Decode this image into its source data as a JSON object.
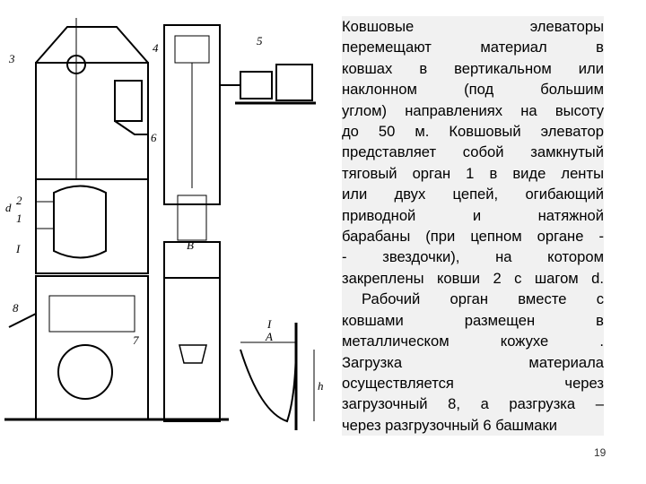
{
  "figure": {
    "labels": {
      "l3": "3",
      "l4": "4",
      "l5": "5",
      "l6": "6",
      "l2": "2",
      "l1": "1",
      "l1b": "I",
      "d": "d",
      "b": "B",
      "l8": "8",
      "l7": "7",
      "topI": "I",
      "A": "A",
      "h": "h"
    }
  },
  "text": {
    "lines": [
      "Ковшовые элеваторы",
      "перемещают материал в",
      "ковшах в вертикальном или",
      "наклонном (под большим",
      "углом) направлениях на высоту",
      "до 50 м. Ковшовый элеватор",
      "представляет собой замкнутый",
      "тяговый орган 1 в виде ленты",
      "или двух цепей, огибающий",
      "приводной и натяжной",
      "барабаны (при цепном органе -",
      "- звездочки), на котором",
      "закреплены ковши 2 с шагом d.",
      "Рабочий орган вместе с",
      "ковшами размещен в",
      "металлическом кожухе .",
      "Загрузка материала",
      "осуществляется через",
      "загрузочный 8, а разгрузка –",
      "через разгрузочный 6 башмаки"
    ]
  },
  "page_number": "19",
  "colors": {
    "ink": "#000000",
    "text_bg": "#f1f1f1",
    "page_bg": "#ffffff"
  }
}
